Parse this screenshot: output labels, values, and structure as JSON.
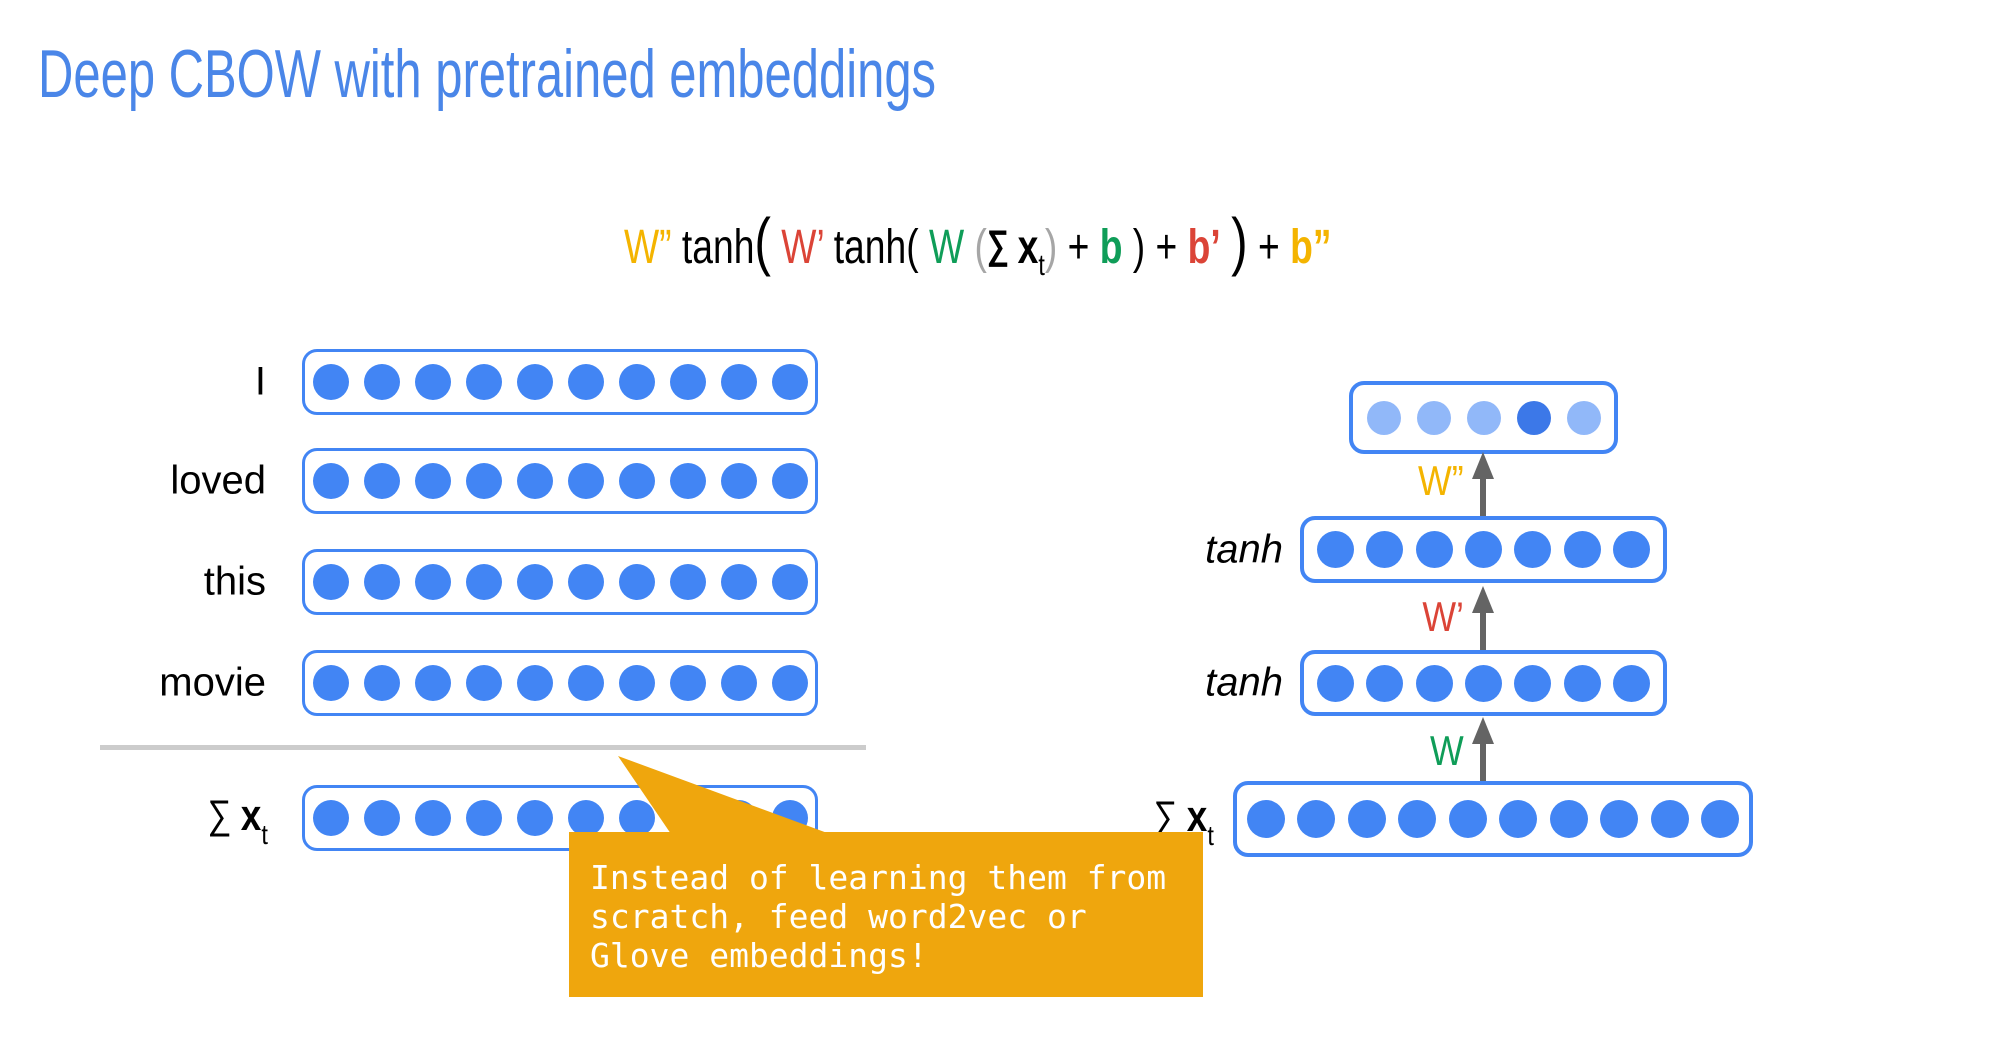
{
  "slide": {
    "title": "Deep CBOW with pretrained embeddings"
  },
  "colors": {
    "title_blue": "#4a86e8",
    "box_blue": "#4285f4",
    "dot_blue": "#4285f4",
    "dot_light_blue": "#91b8f9",
    "dot_dark_blue": "#3c78e8",
    "green": "#0f9d58",
    "red": "#db4437",
    "yellow": "#f4b400",
    "gray_paren": "#a6a6a6",
    "arrow_gray": "#646464",
    "separator_gray": "#cccccc",
    "callout_bg": "#efa60d",
    "callout_text": "#ffffff",
    "text_black": "#000000"
  },
  "formula": {
    "tokens": [
      {
        "text": "W”",
        "color": "#f4b400"
      },
      {
        "text": " tanh",
        "color": "#000000"
      },
      {
        "text": "(",
        "color": "#000000",
        "big": true
      },
      {
        "text": " ",
        "color": "#000000"
      },
      {
        "text": "W’",
        "color": "#db4437"
      },
      {
        "text": " tanh( ",
        "color": "#000000"
      },
      {
        "text": "W",
        "color": "#0f9d58"
      },
      {
        "text": " ",
        "color": "#000000"
      },
      {
        "text": "(",
        "color": "#a6a6a6"
      },
      {
        "text": "∑ ",
        "color": "#000000",
        "bold": true,
        "sigma": true
      },
      {
        "text": "x",
        "color": "#000000",
        "bold": true
      },
      {
        "text": "t",
        "color": "#000000",
        "sub": true
      },
      {
        "text": ")",
        "color": "#a6a6a6"
      },
      {
        "text": " + ",
        "color": "#000000"
      },
      {
        "text": "b",
        "color": "#0f9d58",
        "bold": true
      },
      {
        "text": " ) + ",
        "color": "#000000"
      },
      {
        "text": "b’",
        "color": "#db4437",
        "bold": true
      },
      {
        "text": " ",
        "color": "#000000"
      },
      {
        "text": ")",
        "color": "#000000",
        "big": true
      },
      {
        "text": " + ",
        "color": "#000000"
      },
      {
        "text": "b”",
        "color": "#f4b400",
        "bold": true
      }
    ]
  },
  "left_diagram": {
    "rows": [
      {
        "label": "I",
        "dots": 10
      },
      {
        "label": "loved",
        "dots": 10
      },
      {
        "label": "this",
        "dots": 10
      },
      {
        "label": "movie",
        "dots": 10
      }
    ],
    "sum_row": {
      "label_sigma": "∑ ",
      "label_x": "x",
      "label_sub": "t",
      "dots": 10
    }
  },
  "right_diagram": {
    "output_layer": {
      "dots": 5,
      "dot_styles": [
        "light",
        "light",
        "light",
        "dark",
        "light"
      ]
    },
    "hidden_layers": [
      {
        "label": "tanh",
        "dots": 7
      },
      {
        "label": "tanh",
        "dots": 7
      }
    ],
    "arrows": [
      {
        "label": "W”",
        "color": "#f4b400"
      },
      {
        "label": "W’",
        "color": "#db4437"
      },
      {
        "label": "W",
        "color": "#0f9d58"
      }
    ],
    "sum_row": {
      "label_sigma": "∑ ",
      "label_x": "x",
      "label_sub": "t",
      "dots": 10
    }
  },
  "callout": {
    "lines": [
      "Instead of learning them from",
      "scratch, feed word2vec or",
      "Glove embeddings!"
    ]
  }
}
